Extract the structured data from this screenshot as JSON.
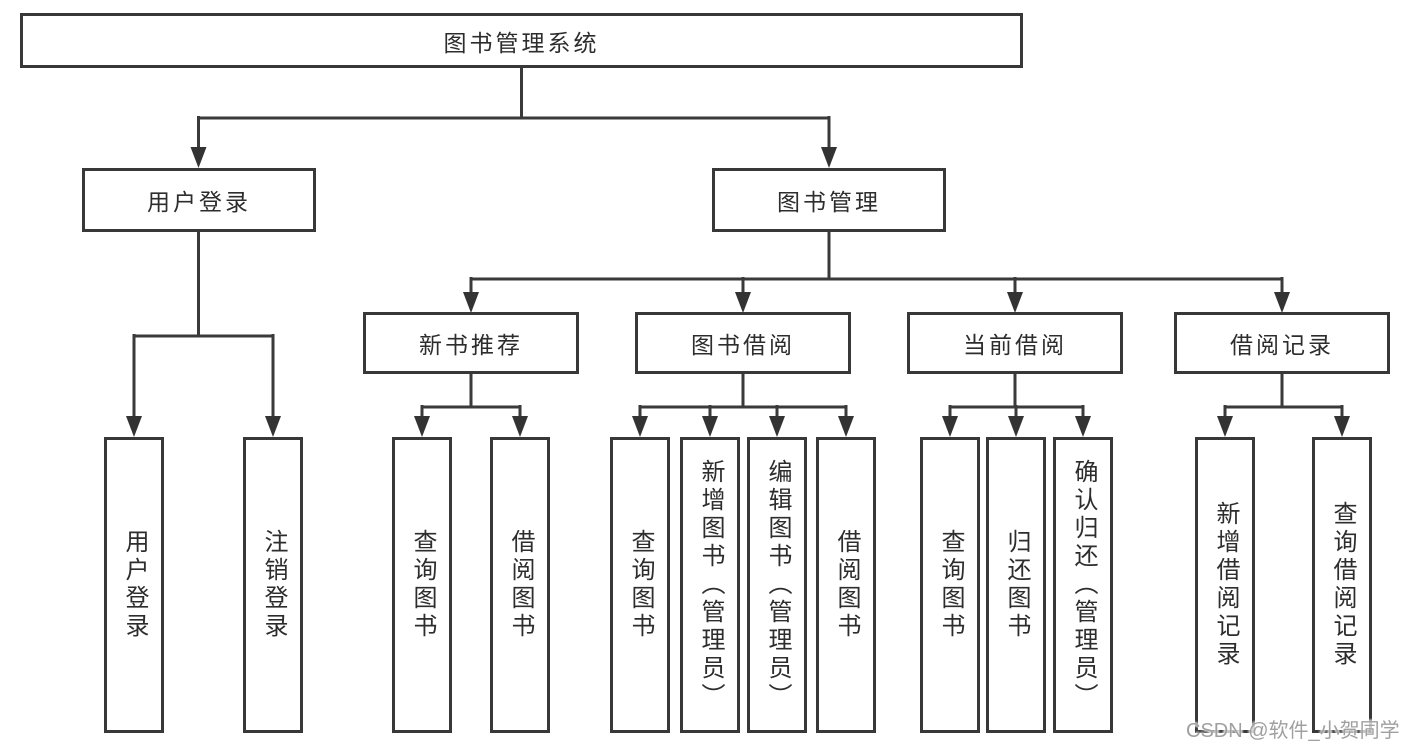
{
  "nodes": {
    "root": {
      "label": "图书管理系统"
    },
    "user_login": {
      "label": "用户登录"
    },
    "book_management": {
      "label": "图书管理"
    },
    "new_book_recommendation": {
      "label": "新书推荐"
    },
    "book_borrowing": {
      "label": "图书借阅"
    },
    "current_borrowing": {
      "label": "当前借阅"
    },
    "borrowing_records": {
      "label": "借阅记录"
    }
  },
  "leaves": {
    "user_login_children": [
      {
        "label": "用户登录"
      },
      {
        "label": "注销登录"
      }
    ],
    "new_book_recommendation_children": [
      {
        "label": "查询图书"
      },
      {
        "label": "借阅图书"
      }
    ],
    "book_borrowing_children": [
      {
        "label": "查询图书"
      },
      {
        "label": "新增图书（管理员）"
      },
      {
        "label": "编辑图书（管理员）"
      },
      {
        "label": "借阅图书"
      }
    ],
    "current_borrowing_children": [
      {
        "label": "查询图书"
      },
      {
        "label": "归还图书"
      },
      {
        "label": "确认归还（管理员）"
      }
    ],
    "borrowing_records_children": [
      {
        "label": "新增借阅记录"
      },
      {
        "label": "查询借阅记录"
      }
    ]
  },
  "watermark": {
    "text": "CSDN @软件_小贺同学"
  },
  "colors": {
    "line": "#3a3a3a",
    "box_border": "#383838",
    "text": "#2d2d2d",
    "watermark": "#a0a0a0",
    "background": "#ffffff"
  }
}
